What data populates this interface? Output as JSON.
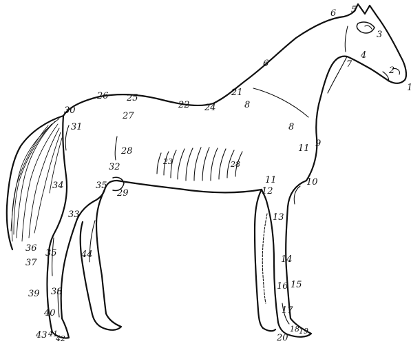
{
  "diagram": {
    "labels": [
      {
        "id": "l1",
        "text": "1"
      },
      {
        "id": "l2",
        "text": "2"
      },
      {
        "id": "l3",
        "text": "3"
      },
      {
        "id": "l4",
        "text": "4"
      },
      {
        "id": "l5",
        "text": "5"
      },
      {
        "id": "l6a",
        "text": "6"
      },
      {
        "id": "l6b",
        "text": "6"
      },
      {
        "id": "l7",
        "text": "7"
      },
      {
        "id": "l8a",
        "text": "8"
      },
      {
        "id": "l8b",
        "text": "8"
      },
      {
        "id": "l9",
        "text": "9"
      },
      {
        "id": "l10",
        "text": "10"
      },
      {
        "id": "l11a",
        "text": "11"
      },
      {
        "id": "l11b",
        "text": "11"
      },
      {
        "id": "l12",
        "text": "12"
      },
      {
        "id": "l13",
        "text": "13"
      },
      {
        "id": "l14",
        "text": "14"
      },
      {
        "id": "l15",
        "text": "15"
      },
      {
        "id": "l16",
        "text": "16"
      },
      {
        "id": "l17",
        "text": "17"
      },
      {
        "id": "l18",
        "text": "18"
      },
      {
        "id": "l19",
        "text": "19"
      },
      {
        "id": "l20",
        "text": "20"
      },
      {
        "id": "l21",
        "text": "21"
      },
      {
        "id": "l22",
        "text": "22"
      },
      {
        "id": "l23",
        "text": "23"
      },
      {
        "id": "l24",
        "text": "24"
      },
      {
        "id": "l25",
        "text": "25"
      },
      {
        "id": "l26",
        "text": "26"
      },
      {
        "id": "l27",
        "text": "27"
      },
      {
        "id": "l28a",
        "text": "28"
      },
      {
        "id": "l28b",
        "text": "28"
      },
      {
        "id": "l29",
        "text": "29"
      },
      {
        "id": "l30",
        "text": "30"
      },
      {
        "id": "l31",
        "text": "31"
      },
      {
        "id": "l32",
        "text": "32"
      },
      {
        "id": "l33",
        "text": "33"
      },
      {
        "id": "l34",
        "text": "34"
      },
      {
        "id": "l35a",
        "text": "35"
      },
      {
        "id": "l35b",
        "text": "35"
      },
      {
        "id": "l36",
        "text": "36"
      },
      {
        "id": "l37",
        "text": "37"
      },
      {
        "id": "l38",
        "text": "38"
      },
      {
        "id": "l39",
        "text": "39"
      },
      {
        "id": "l40",
        "text": "40"
      },
      {
        "id": "l41",
        "text": "41"
      },
      {
        "id": "l42",
        "text": "42"
      },
      {
        "id": "l43",
        "text": "43"
      },
      {
        "id": "l44",
        "text": "44"
      }
    ]
  }
}
